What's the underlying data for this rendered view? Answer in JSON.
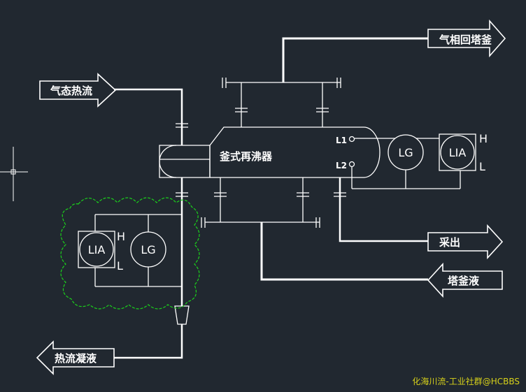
{
  "colors": {
    "background": "#212830",
    "line": "#ffffff",
    "cloud": "#1bd21b",
    "watermark": "#d8d21a"
  },
  "labels": {
    "gas_to_bottom": "气相回塔釜",
    "hot_flow_in": "气态热流",
    "reboiler": "釜式再沸器",
    "draw_off": "采出",
    "bottom_liquid": "塔釜液",
    "condensate": "热流凝液",
    "l1": "L1",
    "l2": "L2"
  },
  "instruments": {
    "right_lg": "LG",
    "right_lia": "LIA",
    "right_h": "H",
    "right_l": "L",
    "left_lia": "LIA",
    "left_lg": "LG",
    "left_h": "H",
    "left_l": "L"
  },
  "watermark": "化海川流-工业社群@HCBBS"
}
